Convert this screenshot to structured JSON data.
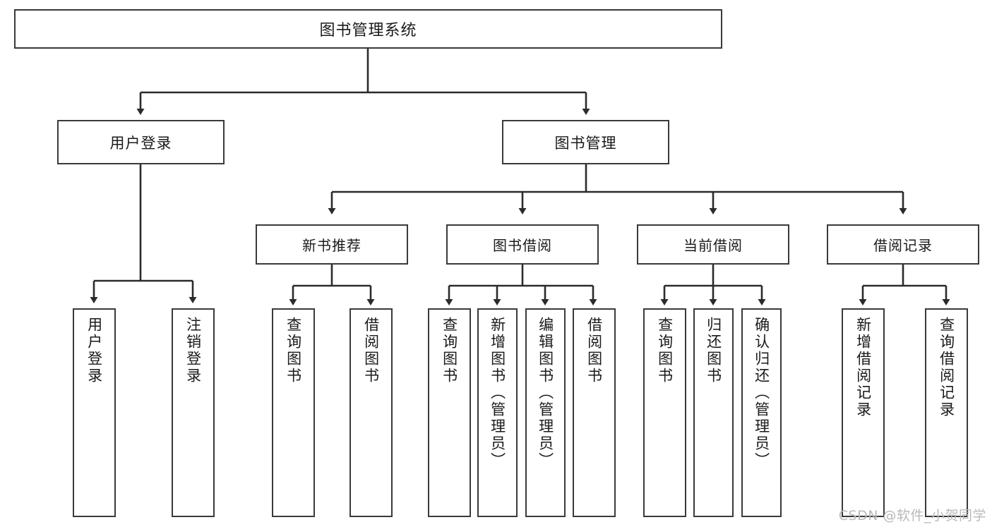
{
  "diagram": {
    "type": "tree-hierarchy",
    "title": "图书管理系统",
    "watermark": "CSDN @软件_小贺同学",
    "colors": {
      "box_border": "#3a3a3a",
      "box_fill": "#ffffff",
      "connector": "#2b2b2b",
      "text": "#1a1a1a",
      "watermark": "#b9b9b9"
    },
    "root": {
      "label": "图书管理系统",
      "level": 0
    },
    "level1": [
      {
        "label": "用户登录"
      },
      {
        "label": "图书管理"
      }
    ],
    "level2": [
      {
        "label": "新书推荐"
      },
      {
        "label": "图书借阅"
      },
      {
        "label": "当前借阅"
      },
      {
        "label": "借阅记录"
      }
    ],
    "leaves": {
      "user_login": [
        {
          "label": "用户登录"
        },
        {
          "label": "注销登录"
        }
      ],
      "new_book": [
        {
          "label": "查询图书"
        },
        {
          "label": "借阅图书"
        }
      ],
      "book_borrow": [
        {
          "label": "查询图书"
        },
        {
          "label": "新增图书（管理员）"
        },
        {
          "label": "编辑图书（管理员）"
        },
        {
          "label": "借阅图书"
        }
      ],
      "current_borrow": [
        {
          "label": "查询图书"
        },
        {
          "label": "归还图书"
        },
        {
          "label": "确认归还（管理员）"
        }
      ],
      "borrow_record": [
        {
          "label": "新增借阅记录"
        },
        {
          "label": "查询借阅记录"
        }
      ]
    }
  }
}
